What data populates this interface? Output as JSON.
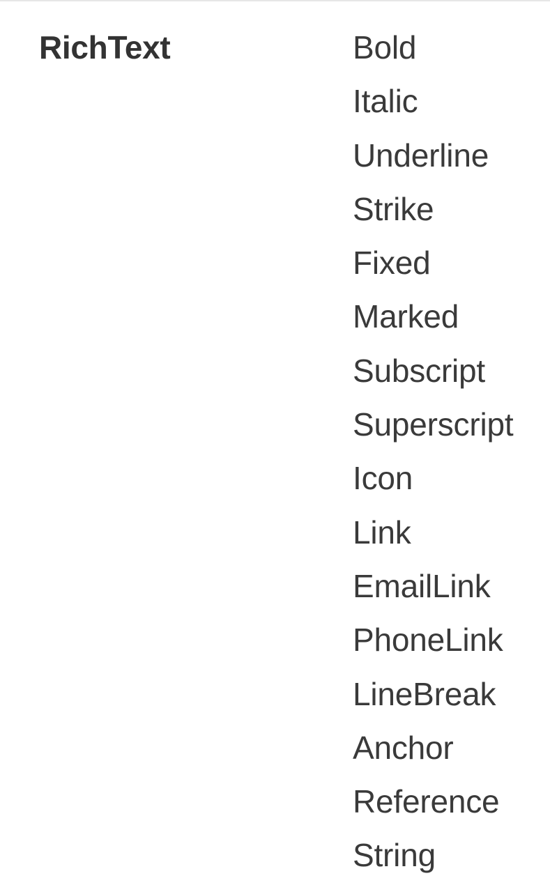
{
  "section": {
    "title": "RichText",
    "items": [
      "Bold",
      "Italic",
      "Underline",
      "Strike",
      "Fixed",
      "Marked",
      "Subscript",
      "Superscript",
      "Icon",
      "Link",
      "EmailLink",
      "PhoneLink",
      "LineBreak",
      "Anchor",
      "Reference",
      "String"
    ]
  }
}
